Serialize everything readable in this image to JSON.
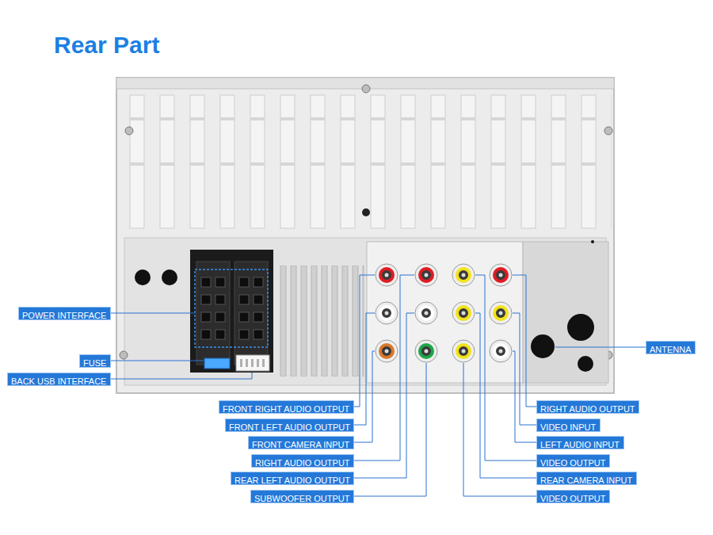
{
  "diagram": {
    "title": "Rear Part",
    "nodes": [
      {
        "text": [
          "POWER INTERFACE"
        ]
      },
      {
        "text": [
          "FUSE"
        ]
      },
      {
        "text": [
          "BACK USB INTERFACE"
        ]
      },
      {
        "text": [
          "ANTENNA"
        ]
      },
      {
        "text": [
          "FRONT RIGHT AUDIO OUTPUT"
        ]
      },
      {
        "text": [
          "FRONT LEFT AUDIO OUTPUT"
        ]
      },
      {
        "text": [
          "FRONT CAMERA INPUT"
        ]
      },
      {
        "text": [
          "RIGHT AUDIO OUTPUT"
        ]
      },
      {
        "text": [
          "REAR LEFT AUDIO OUTPUT"
        ]
      },
      {
        "text": [
          "SUBWOOFER OUTPUT"
        ]
      },
      {
        "text": [
          "RIGHT AUDIO OUTPUT"
        ]
      },
      {
        "text": [
          "VIDEO INPUT"
        ]
      },
      {
        "text": [
          "LEFT AUDIO INPUT"
        ]
      },
      {
        "text": [
          "VIDEO OUTPUT"
        ]
      },
      {
        "text": [
          "REAR CAMERA INPUT"
        ]
      },
      {
        "text": [
          "VIDEO OUTPUT"
        ]
      }
    ]
  }
}
